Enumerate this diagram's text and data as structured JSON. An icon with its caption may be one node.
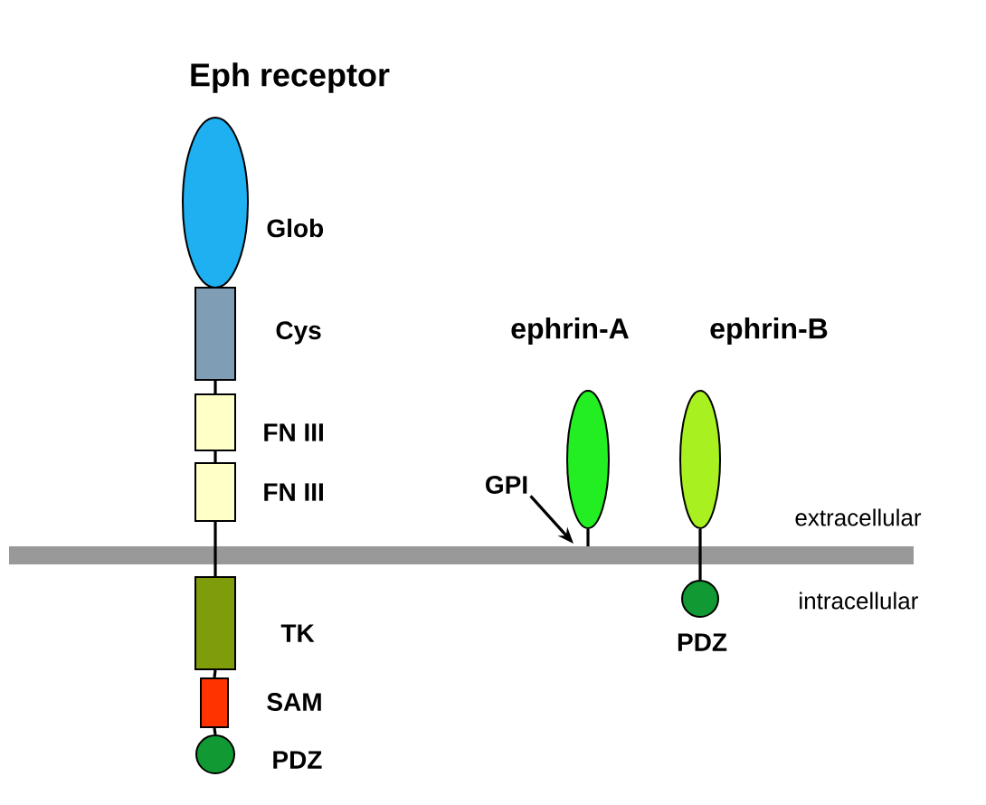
{
  "diagram": {
    "nodes": [
      {
        "text": [],
        "shape": "ellipse",
        "beside": [
          "Glob"
        ]
      },
      {
        "text": [],
        "shape": "box",
        "beside": [
          "Cys"
        ]
      },
      {
        "text": [],
        "shape": "box",
        "beside": [
          "FN III"
        ]
      },
      {
        "text": [],
        "shape": "box",
        "beside": [
          "FN III"
        ]
      },
      {
        "text": [],
        "shape": "box",
        "beside": [
          "TK"
        ]
      },
      {
        "text": [],
        "shape": "box",
        "beside": [
          "SAM"
        ]
      },
      {
        "text": [],
        "shape": "circle",
        "beside": [
          "PDZ"
        ]
      },
      {
        "text": [],
        "shape": "ellipse"
      },
      {
        "text": [],
        "shape": "ellipse"
      },
      {
        "text": [],
        "shape": "circle",
        "beside": [
          "PDZ"
        ]
      },
      {
        "text": [
          "GPI"
        ]
      }
    ],
    "edges": [
      {
        "from": 1,
        "to": 2,
        "arrow": "none"
      },
      {
        "from": 2,
        "to": 3,
        "arrow": "none"
      },
      {
        "from": 3,
        "to": 4,
        "arrow": "none"
      },
      {
        "from": 4,
        "to": 5,
        "arrow": "none"
      },
      {
        "from": 5,
        "to": 6,
        "arrow": "none"
      },
      {
        "from": 7,
        "to": null,
        "arrow": "none"
      },
      {
        "from": 8,
        "to": 9,
        "arrow": "none"
      },
      {
        "from": 10,
        "to": 7,
        "arrow": "to"
      }
    ],
    "labels": [
      "Eph receptor",
      "ephrin-A",
      "ephrin-B",
      "extracellular",
      "intracellular"
    ]
  }
}
